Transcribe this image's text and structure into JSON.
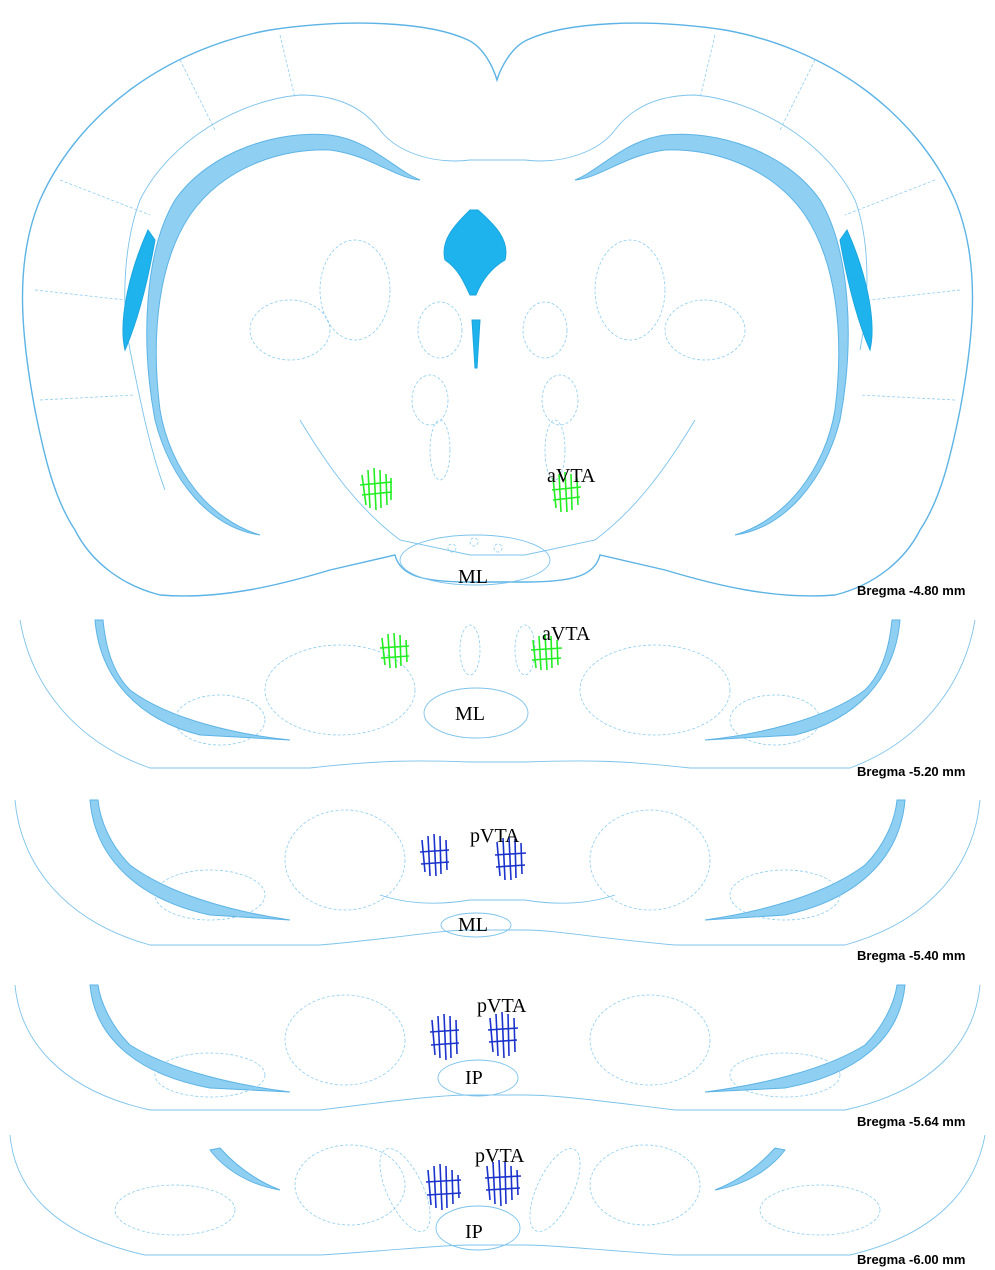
{
  "colors": {
    "outline": "#5cb3e6",
    "ventricle": "#1fb3ee",
    "aVTA_marker": "#22ee22",
    "pVTA_marker": "#1a33cc"
  },
  "sections": [
    {
      "bregma": "Bregma -4.80 mm",
      "vta_label": "aVTA",
      "midline_label": "ML"
    },
    {
      "bregma": "Bregma -5.20 mm",
      "vta_label": "aVTA",
      "midline_label": "ML"
    },
    {
      "bregma": "Bregma -5.40 mm",
      "vta_label": "pVTA",
      "midline_label": "ML"
    },
    {
      "bregma": "Bregma -5.64 mm",
      "vta_label": "pVTA",
      "midline_label": "IP"
    },
    {
      "bregma": "Bregma -6.00 mm",
      "vta_label": "pVTA",
      "midline_label": "IP"
    }
  ]
}
